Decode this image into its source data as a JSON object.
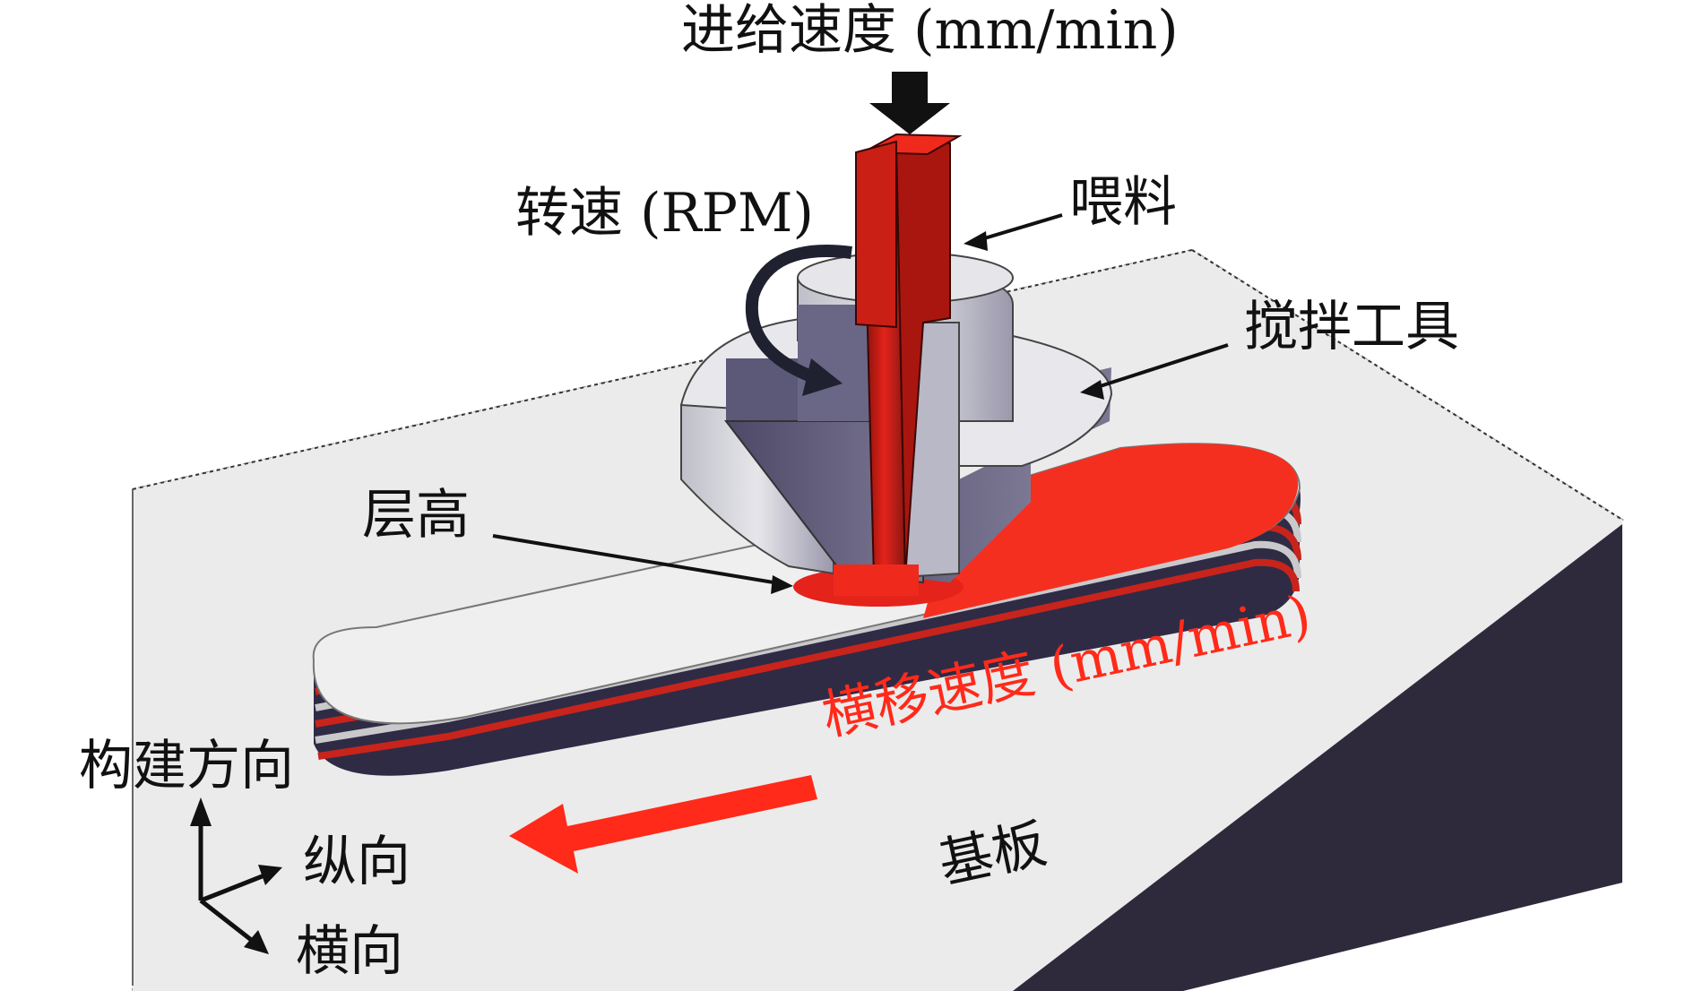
{
  "labels": {
    "feed_rate": "进给速度 (mm/min)",
    "rotation_speed": "转速 (RPM)",
    "feedstock": "喂料",
    "stir_tool": "搅拌工具",
    "layer_height": "层高",
    "traverse_speed": "横移速度 (mm/min)",
    "build_direction": "构建方向",
    "longitudinal": "纵向",
    "transverse": "横向",
    "substrate": "基板"
  },
  "colors": {
    "feedstock_red": "#e4231b",
    "feedstock_dark": "#8a1712",
    "tool_light": "#e9e9ec",
    "tool_shadow": "#5e5a78",
    "plate_top": "#ebebeb",
    "plate_side": "#2e2a3c",
    "arrow_red": "#ff2a1a"
  },
  "icons": [
    "down-arrow-icon",
    "rotation-arrow-icon",
    "traverse-arrow-icon",
    "axis-up-arrow-icon",
    "axis-right-arrow-icon",
    "axis-diagonal-arrow-icon"
  ]
}
